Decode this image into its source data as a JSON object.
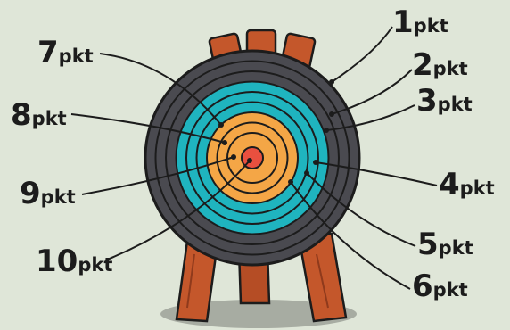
{
  "unit": "pkt",
  "rings": [
    {
      "points": "1",
      "color": "#4a4a50"
    },
    {
      "points": "2",
      "color": "#4a4a50"
    },
    {
      "points": "3",
      "color": "#4a4a50"
    },
    {
      "points": "4",
      "color": "#1fb4bf"
    },
    {
      "points": "5",
      "color": "#1fb4bf"
    },
    {
      "points": "6",
      "color": "#1fb4bf"
    },
    {
      "points": "7",
      "color": "#f4a646"
    },
    {
      "points": "8",
      "color": "#f4a646"
    },
    {
      "points": "9",
      "color": "#f4a646"
    },
    {
      "points": "10",
      "color": "#e9503f"
    }
  ],
  "labels": [
    {
      "points": "1",
      "unit": "pkt"
    },
    {
      "points": "2",
      "unit": "pkt"
    },
    {
      "points": "3",
      "unit": "pkt"
    },
    {
      "points": "4",
      "unit": "pkt"
    },
    {
      "points": "5",
      "unit": "pkt"
    },
    {
      "points": "6",
      "unit": "pkt"
    },
    {
      "points": "7",
      "unit": "pkt"
    },
    {
      "points": "8",
      "unit": "pkt"
    },
    {
      "points": "9",
      "unit": "pkt"
    },
    {
      "points": "10",
      "unit": "pkt"
    }
  ],
  "colors": {
    "background": "#dfe6d8",
    "wood": "#c4572b",
    "wood_dark": "#8f3a1c",
    "outline": "#1c1c1c",
    "shadow": "#a7aca2"
  }
}
